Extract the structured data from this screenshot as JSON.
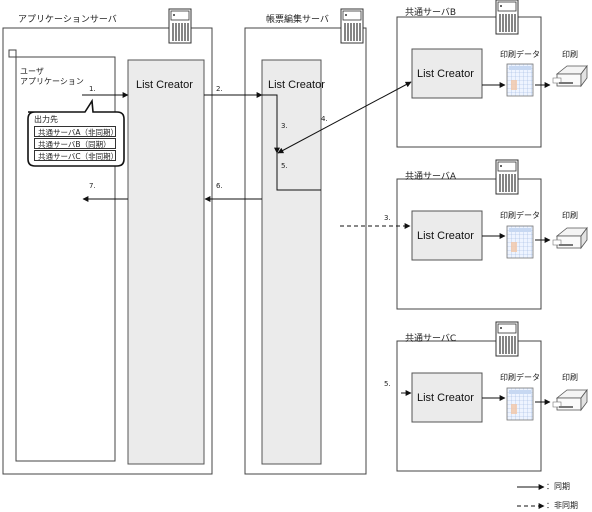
{
  "servers": {
    "app": {
      "title": "アプリケーションサーバ"
    },
    "form": {
      "title": "帳票編集サーバ"
    },
    "common_b": {
      "title": "共通サーバB"
    },
    "common_a": {
      "title": "共通サーバA"
    },
    "common_c": {
      "title": "共通サーバC"
    }
  },
  "user_app": {
    "line1": "ユーザ",
    "line2": "アプリケーション"
  },
  "output": {
    "heading": "出力先",
    "rows": [
      "共通サーバA（非同期）",
      "共通サーバB（同期）",
      "共通サーバC（非同期）"
    ]
  },
  "list_creator": "List Creator",
  "print_data": "印刷データ",
  "print": "印刷",
  "steps": {
    "s1": "1.",
    "s2": "2.",
    "s3": "3.",
    "s4": "4.",
    "s5": "5.",
    "s6": "6.",
    "s7": "7.",
    "sa3": "3.",
    "sc5": "5."
  },
  "legend": {
    "sync": "：同期",
    "async": "：非同期"
  }
}
